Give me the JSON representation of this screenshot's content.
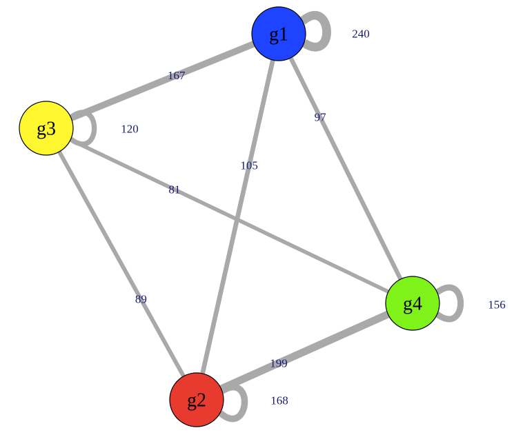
{
  "graph": {
    "nodes": [
      {
        "id": "g1",
        "label": "g1",
        "color": "#1f44ff"
      },
      {
        "id": "g2",
        "label": "g2",
        "color": "#e63b2e"
      },
      {
        "id": "g3",
        "label": "g3",
        "color": "#fff730"
      },
      {
        "id": "g4",
        "label": "g4",
        "color": "#7ff21a"
      }
    ],
    "edges": [
      {
        "source": "g1",
        "target": "g1",
        "weight": 240,
        "label": "240"
      },
      {
        "source": "g1",
        "target": "g3",
        "weight": 167,
        "label": "167"
      },
      {
        "source": "g1",
        "target": "g4",
        "weight": 97,
        "label": "97"
      },
      {
        "source": "g1",
        "target": "g2",
        "weight": 105,
        "label": "105"
      },
      {
        "source": "g3",
        "target": "g3",
        "weight": 120,
        "label": "120"
      },
      {
        "source": "g3",
        "target": "g4",
        "weight": 81,
        "label": "81"
      },
      {
        "source": "g3",
        "target": "g2",
        "weight": 89,
        "label": "89"
      },
      {
        "source": "g4",
        "target": "g4",
        "weight": 156,
        "label": "156"
      },
      {
        "source": "g2",
        "target": "g4",
        "weight": 199,
        "label": "199"
      },
      {
        "source": "g2",
        "target": "g2",
        "weight": 168,
        "label": "168"
      }
    ],
    "edge_color": "#a9a9a9",
    "label_color": "#1a1a7a"
  }
}
